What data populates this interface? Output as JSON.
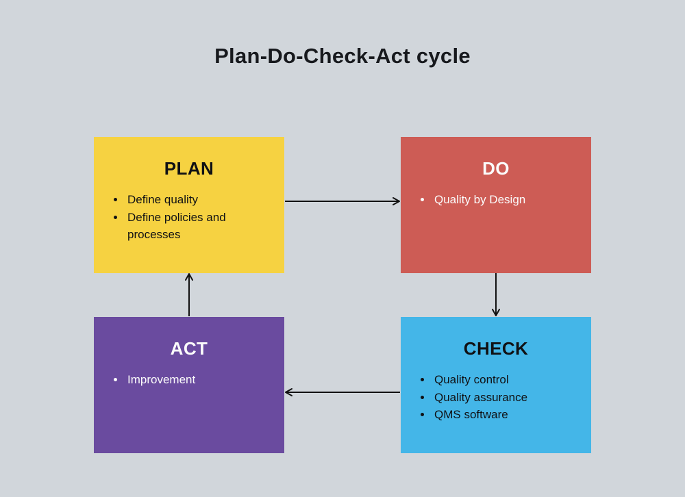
{
  "title": "Plan-Do-Check-Act cycle",
  "colors": {
    "background": "#d1d6db",
    "plan": "#f6d241",
    "do": "#cd5c55",
    "check": "#44b6e8",
    "act": "#6a4b9f",
    "arrow": "#111111"
  },
  "nodes": {
    "plan": {
      "label": "PLAN",
      "items": [
        "Define quality",
        "Define policies and processes"
      ]
    },
    "do": {
      "label": "DO",
      "items": [
        "Quality by Design"
      ]
    },
    "check": {
      "label": "CHECK",
      "items": [
        "Quality control",
        "Quality assurance",
        "QMS software"
      ]
    },
    "act": {
      "label": "ACT",
      "items": [
        "Improvement"
      ]
    }
  },
  "arrows": [
    {
      "from": "PLAN",
      "to": "DO"
    },
    {
      "from": "DO",
      "to": "CHECK"
    },
    {
      "from": "CHECK",
      "to": "ACT"
    },
    {
      "from": "ACT",
      "to": "PLAN"
    }
  ]
}
